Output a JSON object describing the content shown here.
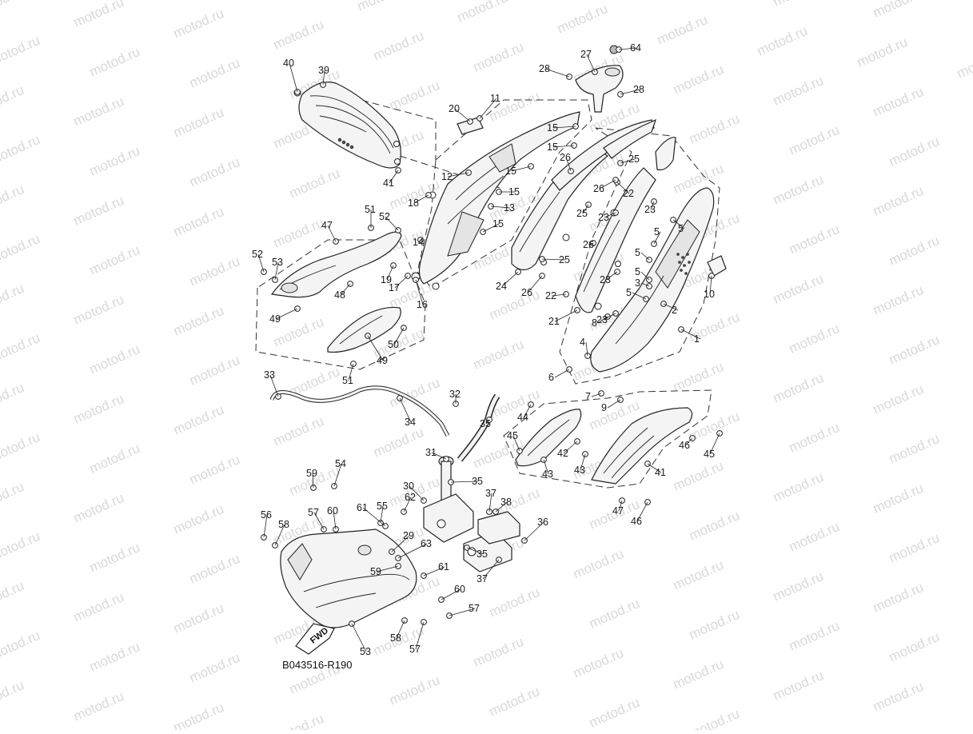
{
  "diagram": {
    "reference_code": "B043516-R190",
    "fwd_label": "FWD",
    "watermark_text": "motod.ru",
    "callouts": [
      "1",
      "2",
      "3",
      "4",
      "5",
      "5",
      "5",
      "5",
      "5",
      "6",
      "7",
      "8",
      "9",
      "10",
      "11",
      "12",
      "13",
      "14",
      "15",
      "15",
      "15",
      "15",
      "15",
      "16",
      "17",
      "18",
      "19",
      "20",
      "21",
      "22",
      "22",
      "23",
      "23",
      "23",
      "23",
      "24",
      "25",
      "25",
      "25",
      "26",
      "26",
      "26",
      "26",
      "27",
      "28",
      "28",
      "29",
      "30",
      "31",
      "32",
      "33",
      "34",
      "35",
      "35",
      "35",
      "36",
      "37",
      "37",
      "38",
      "39",
      "40",
      "41",
      "41",
      "42",
      "43",
      "43",
      "44",
      "45",
      "45",
      "46",
      "46",
      "47",
      "47",
      "48",
      "49",
      "49",
      "50",
      "51",
      "51",
      "52",
      "52",
      "53",
      "53",
      "54",
      "55",
      "56",
      "57",
      "57",
      "57",
      "58",
      "58",
      "59",
      "59",
      "60",
      "60",
      "61",
      "61",
      "62",
      "63",
      "64"
    ]
  }
}
